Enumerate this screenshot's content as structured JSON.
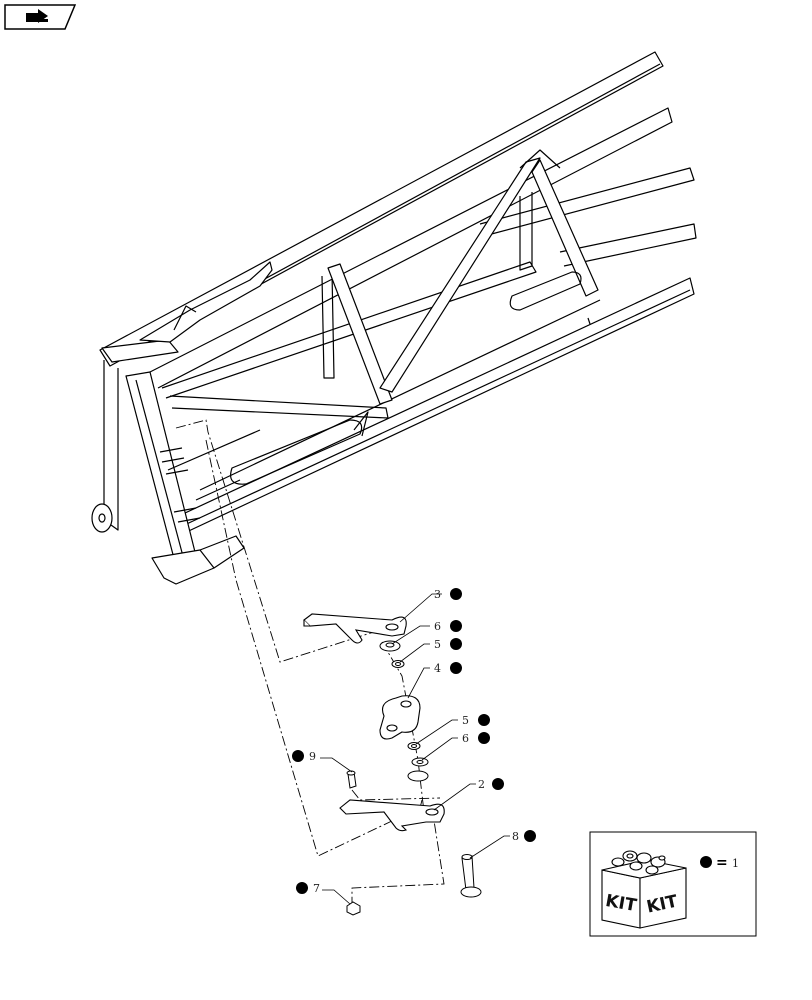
{
  "nav": {
    "icon": "back-arrow-icon"
  },
  "callouts": [
    {
      "id": "c3a",
      "label": "3"
    },
    {
      "id": "c6a",
      "label": "6"
    },
    {
      "id": "c5a",
      "label": "5"
    },
    {
      "id": "c4",
      "label": "4"
    },
    {
      "id": "c5b",
      "label": "5"
    },
    {
      "id": "c6b",
      "label": "6"
    },
    {
      "id": "c9",
      "label": "9"
    },
    {
      "id": "c2",
      "label": "2"
    },
    {
      "id": "c8",
      "label": "8"
    },
    {
      "id": "c7",
      "label": "7"
    }
  ],
  "kit_legend": {
    "box_label_left": "KIT",
    "box_label_right": "KIT",
    "equals": "=",
    "quantity": "1"
  }
}
